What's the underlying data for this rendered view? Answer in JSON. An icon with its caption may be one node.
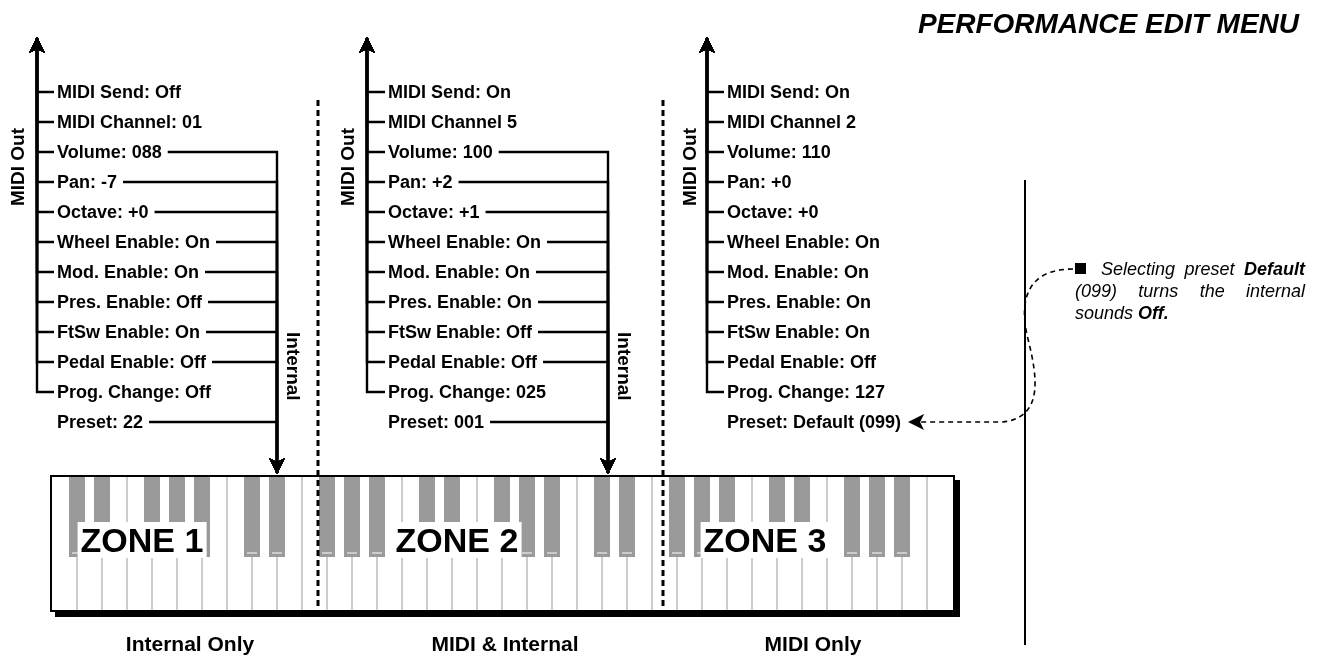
{
  "diagram": {
    "title": "PERFORMANCE EDIT MENU",
    "nodes": [
      {
        "text": [
          "MIDI Send: Off"
        ]
      },
      {
        "text": [
          "MIDI Channel: 01"
        ]
      },
      {
        "text": [
          "Volume: 088"
        ]
      },
      {
        "text": [
          "Pan: -7"
        ]
      },
      {
        "text": [
          "Octave: +0"
        ]
      },
      {
        "text": [
          "Wheel Enable: On"
        ]
      },
      {
        "text": [
          "Mod. Enable: On"
        ]
      },
      {
        "text": [
          "Pres. Enable: Off"
        ]
      },
      {
        "text": [
          "FtSw Enable: On"
        ]
      },
      {
        "text": [
          "Pedal Enable: Off"
        ]
      },
      {
        "text": [
          "Prog. Change: Off"
        ]
      },
      {
        "text": [
          "Preset: 22"
        ]
      },
      {
        "text": [
          "MIDI Send: On"
        ]
      },
      {
        "text": [
          "MIDI Channel 5"
        ]
      },
      {
        "text": [
          "Volume: 100"
        ]
      },
      {
        "text": [
          "Pan: +2"
        ]
      },
      {
        "text": [
          "Octave: +1"
        ]
      },
      {
        "text": [
          "Wheel Enable: On"
        ]
      },
      {
        "text": [
          "Mod. Enable: On"
        ]
      },
      {
        "text": [
          "Pres. Enable: On"
        ]
      },
      {
        "text": [
          "FtSw Enable: Off"
        ]
      },
      {
        "text": [
          "Pedal Enable: Off"
        ]
      },
      {
        "text": [
          "Prog. Change: 025"
        ]
      },
      {
        "text": [
          "Preset: 001"
        ]
      },
      {
        "text": [
          "MIDI Send: On"
        ]
      },
      {
        "text": [
          "MIDI Channel 2"
        ]
      },
      {
        "text": [
          "Volume: 110"
        ]
      },
      {
        "text": [
          "Pan: +0"
        ]
      },
      {
        "text": [
          "Octave: +0"
        ]
      },
      {
        "text": [
          "Wheel Enable: On"
        ]
      },
      {
        "text": [
          "Mod. Enable: On"
        ]
      },
      {
        "text": [
          "Pres. Enable: On"
        ]
      },
      {
        "text": [
          "FtSw Enable: On"
        ]
      },
      {
        "text": [
          "Pedal Enable: Off"
        ]
      },
      {
        "text": [
          "Prog. Change: 127"
        ]
      },
      {
        "text": [
          "Preset: Default (099)"
        ]
      },
      {
        "text": [
          "Selecting preset **Default** (099) turns the internal sounds **Off.**"
        ]
      },
      {
        "text": [],
        "shape": "picture"
      },
      {
        "text": [
          "ZONE 1"
        ],
        "in": 37
      },
      {
        "text": [
          "ZONE 2"
        ],
        "in": 37
      },
      {
        "text": [
          "ZONE 3"
        ],
        "in": 37
      }
    ],
    "edges": [
      {
        "from": 0,
        "to": null,
        "arrow": "to"
      },
      {
        "from": 1,
        "to": null,
        "arrow": "to"
      },
      {
        "from": 2,
        "to": null,
        "arrow": "to"
      },
      {
        "from": 3,
        "to": null,
        "arrow": "to"
      },
      {
        "from": 4,
        "to": null,
        "arrow": "to"
      },
      {
        "from": 5,
        "to": null,
        "arrow": "to"
      },
      {
        "from": 6,
        "to": null,
        "arrow": "to"
      },
      {
        "from": 7,
        "to": null,
        "arrow": "to"
      },
      {
        "from": 8,
        "to": null,
        "arrow": "to"
      },
      {
        "from": 9,
        "to": null,
        "arrow": "to"
      },
      {
        "from": 10,
        "to": null,
        "arrow": "to"
      },
      {
        "from": 2,
        "to": 37,
        "arrow": "to"
      },
      {
        "from": 3,
        "to": 37,
        "arrow": "to"
      },
      {
        "from": 4,
        "to": 37,
        "arrow": "to"
      },
      {
        "from": 5,
        "to": 37,
        "arrow": "to"
      },
      {
        "from": 6,
        "to": 37,
        "arrow": "to"
      },
      {
        "from": 7,
        "to": 37,
        "arrow": "to"
      },
      {
        "from": 8,
        "to": 37,
        "arrow": "to"
      },
      {
        "from": 9,
        "to": 37,
        "arrow": "to"
      },
      {
        "from": 11,
        "to": 37,
        "arrow": "to"
      },
      {
        "from": 12,
        "to": null,
        "arrow": "to"
      },
      {
        "from": 13,
        "to": null,
        "arrow": "to"
      },
      {
        "from": 14,
        "to": null,
        "arrow": "to"
      },
      {
        "from": 15,
        "to": null,
        "arrow": "to"
      },
      {
        "from": 16,
        "to": null,
        "arrow": "to"
      },
      {
        "from": 17,
        "to": null,
        "arrow": "to"
      },
      {
        "from": 18,
        "to": null,
        "arrow": "to"
      },
      {
        "from": 19,
        "to": null,
        "arrow": "to"
      },
      {
        "from": 20,
        "to": null,
        "arrow": "to"
      },
      {
        "from": 21,
        "to": null,
        "arrow": "to"
      },
      {
        "from": 22,
        "to": null,
        "arrow": "to"
      },
      {
        "from": 14,
        "to": 37,
        "arrow": "to"
      },
      {
        "from": 15,
        "to": 37,
        "arrow": "to"
      },
      {
        "from": 16,
        "to": 37,
        "arrow": "to"
      },
      {
        "from": 17,
        "to": 37,
        "arrow": "to"
      },
      {
        "from": 18,
        "to": 37,
        "arrow": "to"
      },
      {
        "from": 19,
        "to": 37,
        "arrow": "to"
      },
      {
        "from": 20,
        "to": 37,
        "arrow": "to"
      },
      {
        "from": 21,
        "to": 37,
        "arrow": "to"
      },
      {
        "from": 23,
        "to": 37,
        "arrow": "to"
      },
      {
        "from": 24,
        "to": null,
        "arrow": "to"
      },
      {
        "from": 25,
        "to": null,
        "arrow": "to"
      },
      {
        "from": 26,
        "to": null,
        "arrow": "to"
      },
      {
        "from": 27,
        "to": null,
        "arrow": "to"
      },
      {
        "from": 28,
        "to": null,
        "arrow": "to"
      },
      {
        "from": 29,
        "to": null,
        "arrow": "to"
      },
      {
        "from": 30,
        "to": null,
        "arrow": "to"
      },
      {
        "from": 31,
        "to": null,
        "arrow": "to"
      },
      {
        "from": 32,
        "to": null,
        "arrow": "to"
      },
      {
        "from": 33,
        "to": null,
        "arrow": "to"
      },
      {
        "from": 34,
        "to": null,
        "arrow": "to"
      },
      {
        "from": 36,
        "to": 35,
        "arrow": "to",
        "style": "dashed"
      }
    ],
    "labels": [
      "MIDI Out",
      "MIDI Out",
      "MIDI Out",
      "Internal",
      "Internal",
      "Internal Only",
      "MIDI & Internal",
      "MIDI Only"
    ]
  }
}
